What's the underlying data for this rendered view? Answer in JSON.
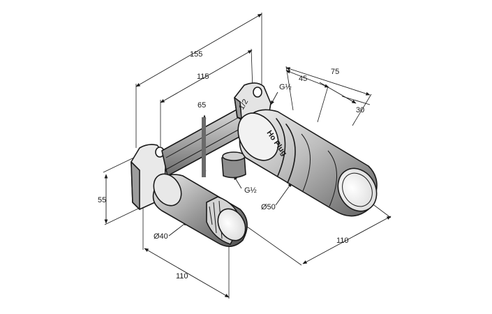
{
  "drawing": {
    "colors": {
      "line": "#1a1a1a",
      "metal_dark": "#6f6f6f",
      "metal_mid": "#a8a8a8",
      "metal_light": "#e6e6e6",
      "background": "#ffffff"
    },
    "dimensions": {
      "d155": "155",
      "d115": "115",
      "d75": "75",
      "d45": "45",
      "d30": "30",
      "d65": "65",
      "d55": "55",
      "d110_left": "110",
      "d110_right": "110",
      "g_top": "G½",
      "g_bottom": "G½",
      "dia50": "Ø50",
      "dia40": "Ø40"
    },
    "product_marking": "Ho Plug"
  }
}
